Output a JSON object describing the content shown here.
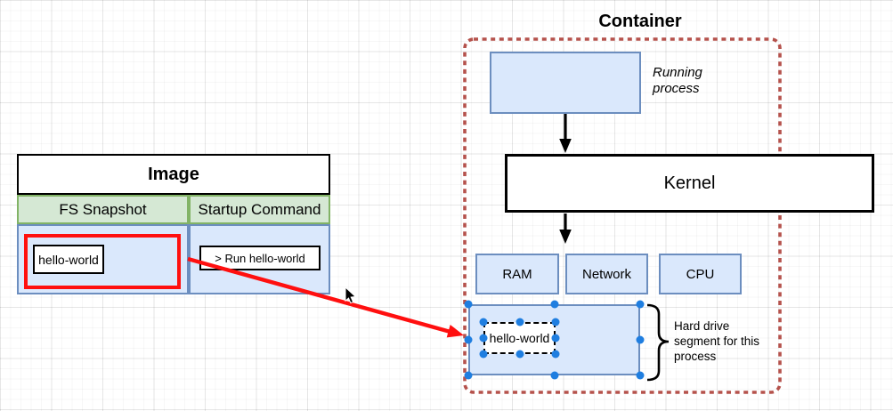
{
  "image_table": {
    "title": "Image",
    "columns": [
      {
        "header": "FS Snapshot"
      },
      {
        "header": "Startup Command"
      }
    ],
    "fs_item": "hello-world",
    "cmd_item": "> Run hello-world"
  },
  "container": {
    "title": "Container",
    "running_process_label": "Running\nprocess",
    "kernel_label": "Kernel",
    "resources": [
      "RAM",
      "Network",
      "CPU"
    ],
    "hard_drive_item": "hello-world",
    "brace_label": "Hard drive\nsegment for this\nprocess"
  },
  "icons": {
    "cursor": "mouse-pointer-icon"
  },
  "colors": {
    "blue_fill": "#dae8fc",
    "blue_border": "#6c8ebf",
    "green_fill": "#d5e8d4",
    "green_border": "#82b366",
    "container_dash": "#b5524c",
    "highlight_red": "#ff0f0f",
    "selection_handle": "#1f7ee0",
    "arrow_black": "#000000"
  }
}
